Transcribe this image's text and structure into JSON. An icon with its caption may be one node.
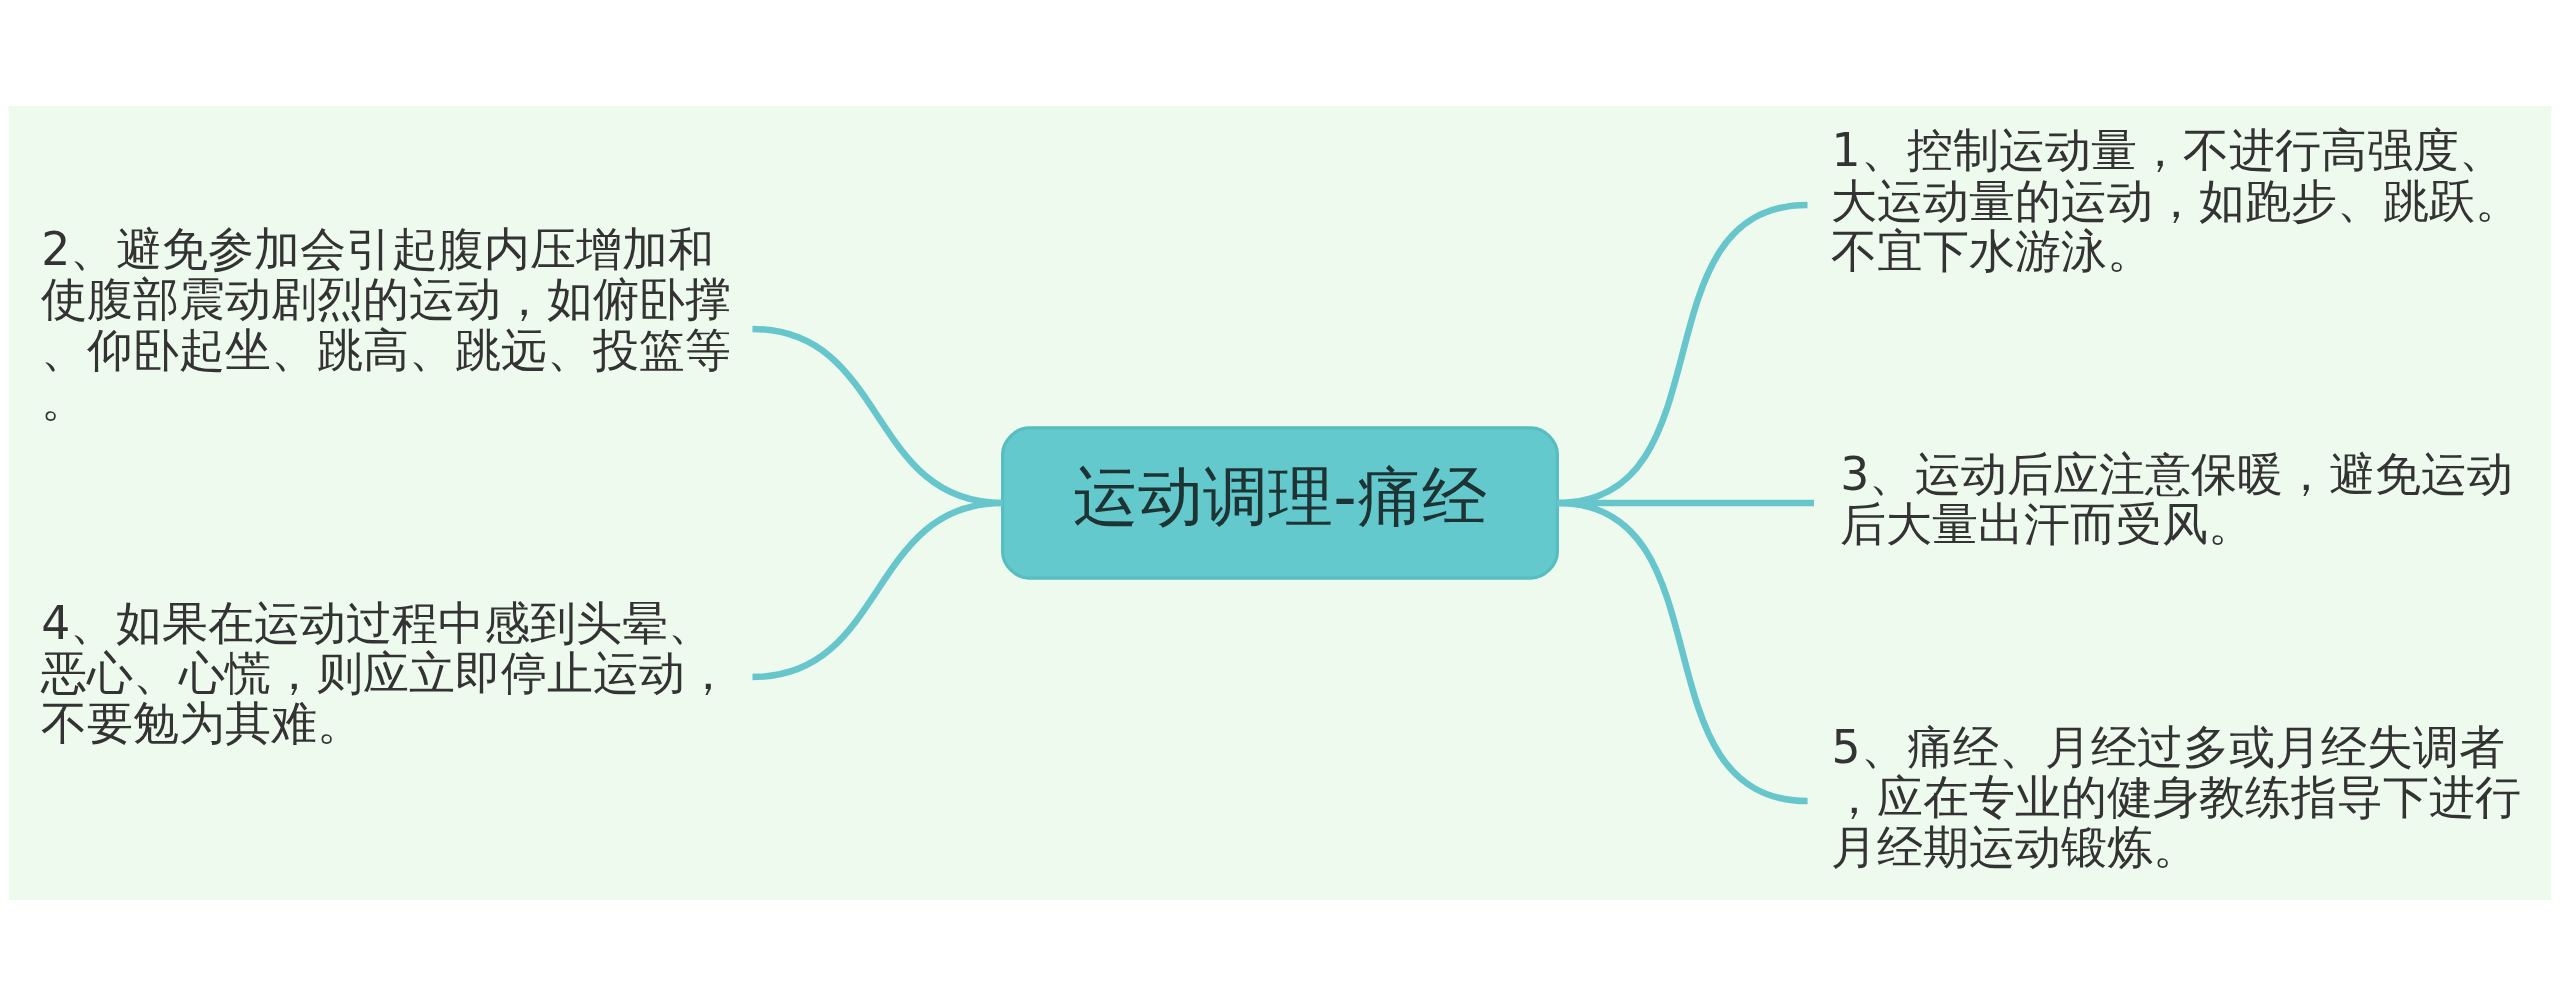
{
  "diagram": {
    "nodes": [
      {
        "text": [
          "运动调理-痛经"
        ]
      },
      {
        "text": [
          "1、控制运动量，不进行高强度、大运动量的运动，如跑步、跳跃。不宜下水游泳。"
        ]
      },
      {
        "text": [
          "2、避免参加会引起腹内压增加和使腹部震动剧烈的运动，如俯卧撑、仰卧起坐、跳高、跳远、投篮等。"
        ]
      },
      {
        "text": [
          "3、运动后应注意保暖，避免运动后大量出汗而受风。"
        ]
      },
      {
        "text": [
          "4、如果在运动过程中感到头晕、恶心、心慌，则应立即停止运动，不要勉为其难。"
        ]
      },
      {
        "text": [
          "5、痛经、月经过多或月经失调者，应在专业的健身教练指导下进行月经期运动锻炼。"
        ]
      }
    ],
    "edges": [
      {
        "from": 0,
        "to": 1,
        "arrow": "none"
      },
      {
        "from": 2,
        "to": 0,
        "arrow": "none"
      },
      {
        "from": 0,
        "to": 3,
        "arrow": "none"
      },
      {
        "from": 4,
        "to": 0,
        "arrow": "none"
      },
      {
        "from": 0,
        "to": 5,
        "arrow": "none"
      }
    ]
  }
}
